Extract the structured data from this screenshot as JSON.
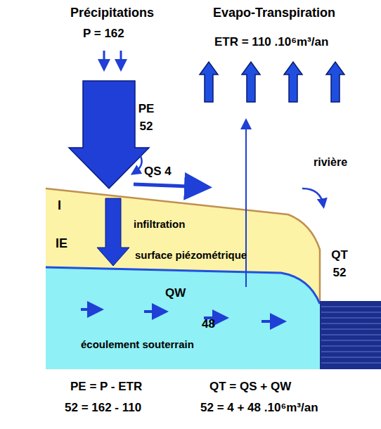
{
  "diagram": {
    "nodes": [
      {
        "text": [
          "I",
          "IE",
          "infiltration",
          "surface piézométrique"
        ]
      },
      {
        "text": [
          "QW",
          "48",
          "écoulement souterrain"
        ]
      }
    ],
    "labels": [
      "Précipitations",
      "P = 162",
      "Evapo-Transpiration",
      "ETR = 110 .10⁶m³/an",
      "PE 52",
      "QS 4",
      "rivière",
      "QT 52",
      "PE = P - ETR",
      "52 = 162 - 110",
      "QT = QS + QW",
      "52 = 4 + 48 .10⁶m³/an"
    ]
  }
}
